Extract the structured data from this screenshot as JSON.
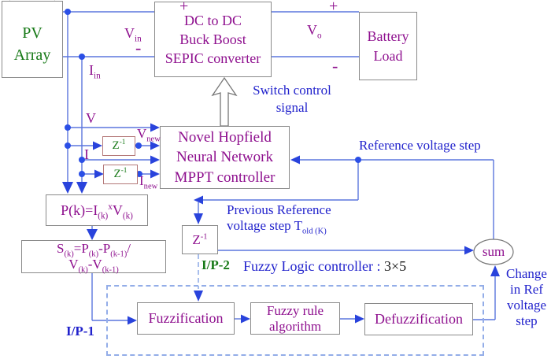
{
  "pv": {
    "line1": "PV",
    "line2": "Array"
  },
  "converter": {
    "line1": "DC to DC",
    "line2": "Buck Boost",
    "line3": "SEPIC converter"
  },
  "battery": {
    "line1": "Battery",
    "line2": "Load"
  },
  "signals": {
    "plus_left": "+",
    "minus_left": "-",
    "plus_right": "+",
    "minus_right": "-",
    "v_in": {
      "base": "V",
      "sub": "in"
    },
    "i_in": {
      "base": "I",
      "sub": "in"
    },
    "v_o": {
      "base": "V",
      "sub": "o"
    },
    "v": "V",
    "i": "I",
    "v_new": {
      "base": "V",
      "sub": "new"
    },
    "i_new": {
      "base": "I",
      "sub": "new"
    }
  },
  "z_delay": {
    "base": "Z",
    "sup": "-1"
  },
  "hopfield": {
    "line1": "Novel Hopfield",
    "line2": "Neural Network",
    "line3": "MPPT controller"
  },
  "switch_label": {
    "line1": "Switch control",
    "line2": "signal"
  },
  "reference_label": "Reference voltage step",
  "previous_label": {
    "line1": "Previous Reference",
    "line2_pre": "voltage step T",
    "line2_sub": "old (K)"
  },
  "p_formula": {
    "p1": "P(k)=I",
    "s1": "(k)",
    "sup": "x",
    "p2": "V",
    "s2": "(k)"
  },
  "s_formula": {
    "l1p1": "S",
    "l1s1": "(k)",
    "l1p2": "=P",
    "l1s2": "(k)",
    "l1p3": "-P",
    "l1s3": "(k-1)",
    "l1p4": "/",
    "l2p1": "V",
    "l2s1": "(k)",
    "l2p2": "-V",
    "l2s2": "(k-1)"
  },
  "sum_label": "sum",
  "fuzzy": {
    "title_blue": "Fuzzy Logic controller : ",
    "title_dark": "3×5",
    "fuzzification": "Fuzzification",
    "rule_line1": "Fuzzy rule",
    "rule_line2": "algorithm",
    "defuzzification": "Defuzzification",
    "ip1": "I/P-1",
    "ip2": "I/P-2"
  },
  "change_label": {
    "line1": "Change",
    "line2": "in Ref",
    "line3": "voltage",
    "line4": "step"
  },
  "colors": {
    "wire": "#5b76dd",
    "arrow": "#2943dc",
    "dot": "#2b4fe6",
    "purple": "#8e0f8e",
    "blue": "#2122cc",
    "green": "#177917",
    "border": "#8a8a8a",
    "zborder": "#b47878",
    "dashed": "#93ade8"
  }
}
